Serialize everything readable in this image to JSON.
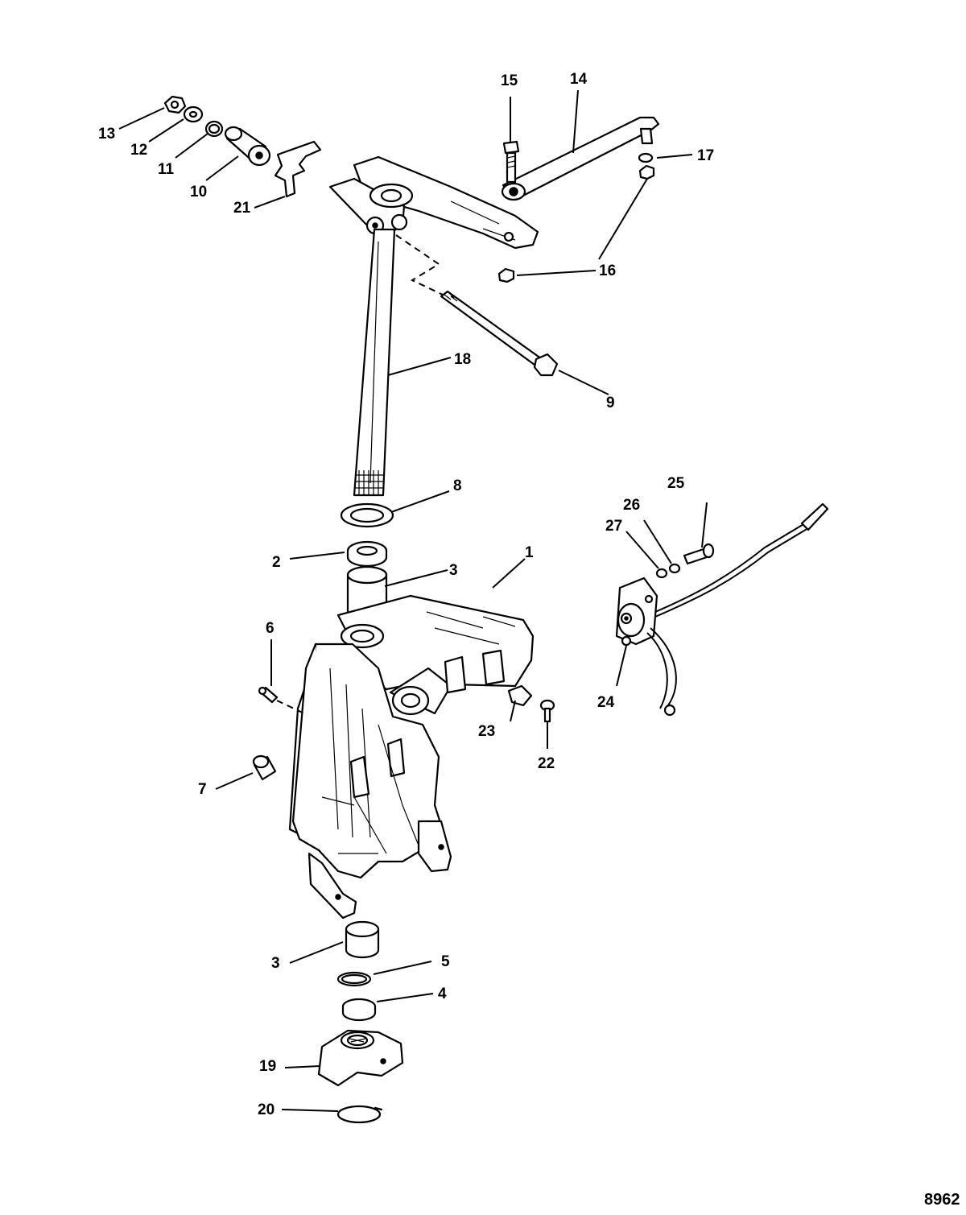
{
  "figure_number": "8962",
  "callouts": [
    {
      "id": "c1",
      "label": "1"
    },
    {
      "id": "c2",
      "label": "2"
    },
    {
      "id": "c3a",
      "label": "3"
    },
    {
      "id": "c3b",
      "label": "3"
    },
    {
      "id": "c4",
      "label": "4"
    },
    {
      "id": "c5",
      "label": "5"
    },
    {
      "id": "c6",
      "label": "6"
    },
    {
      "id": "c7",
      "label": "7"
    },
    {
      "id": "c8",
      "label": "8"
    },
    {
      "id": "c9",
      "label": "9"
    },
    {
      "id": "c10",
      "label": "10"
    },
    {
      "id": "c11",
      "label": "11"
    },
    {
      "id": "c12",
      "label": "12"
    },
    {
      "id": "c13",
      "label": "13"
    },
    {
      "id": "c14",
      "label": "14"
    },
    {
      "id": "c15",
      "label": "15"
    },
    {
      "id": "c16a",
      "label": "16"
    },
    {
      "id": "c16b",
      "label": "16"
    },
    {
      "id": "c17",
      "label": "17"
    },
    {
      "id": "c18",
      "label": "18"
    },
    {
      "id": "c19",
      "label": "19"
    },
    {
      "id": "c20",
      "label": "20"
    },
    {
      "id": "c21",
      "label": "21"
    },
    {
      "id": "c22",
      "label": "22"
    },
    {
      "id": "c23",
      "label": "23"
    },
    {
      "id": "c24",
      "label": "24"
    },
    {
      "id": "c25",
      "label": "25"
    },
    {
      "id": "c26",
      "label": "26"
    },
    {
      "id": "c27",
      "label": "27"
    }
  ]
}
